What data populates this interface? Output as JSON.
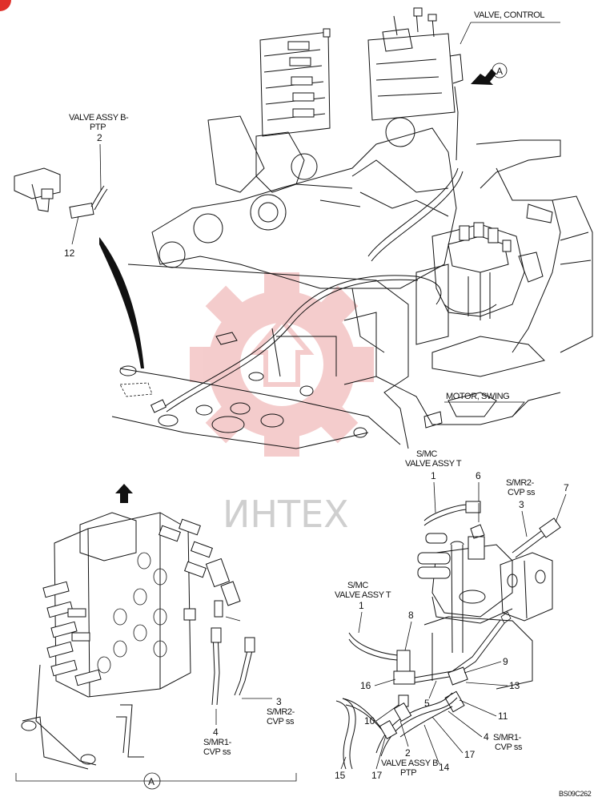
{
  "labels": {
    "valve_control": "VALVE, CONTROL",
    "view_a": "A",
    "valve_assy_b_ptp_top_l1": "VALVE ASSY B-",
    "valve_assy_b_ptp_top_l2": "PTP",
    "motor_swing": "MOTOR, SWING",
    "smc_valve_assy_t_right_l1": "S/MC",
    "smc_valve_assy_t_right_l2": "VALVE ASSY T",
    "smr2_cvp_right_l1": "S/MR2-",
    "smr2_cvp_right_l2": "CVP ss",
    "smc_valve_assy_t_mid_l1": "S/MC",
    "smc_valve_assy_t_mid_l2": "VALVE ASSY T",
    "smr2_cvp_left_l1": "S/MR2-",
    "smr2_cvp_left_l2": "CVP ss",
    "smr1_cvp_left_l1": "S/MR1-",
    "smr1_cvp_left_l2": "CVP ss",
    "smr1_cvp_right_l1": "S/MR1-",
    "smr1_cvp_right_l2": "CVP ss",
    "valve_assy_b_ptp_bottom_l1": "VALVE ASSY B-",
    "valve_assy_b_ptp_bottom_l2": "PTP",
    "view_a_bottom": "A",
    "drawing_code": "BS09C262",
    "watermark": "ИНТЕХ"
  },
  "callouts": {
    "c2_top": "2",
    "c12": "12",
    "c1_right": "1",
    "c6": "6",
    "c3_right": "3",
    "c7": "7",
    "c1_mid": "1",
    "c8": "8",
    "c9": "9",
    "c16": "16",
    "c13": "13",
    "c5": "5",
    "c10": "10",
    "c11": "11",
    "c4_right": "4",
    "c17_right": "17",
    "c2_bottom": "2",
    "c14": "14",
    "c15": "15",
    "c17_bottom": "17",
    "c3_left": "3",
    "c4_left": "4"
  },
  "colors": {
    "line": "#111111",
    "watermark_red": "#f3c4c4",
    "watermark_gray": "#cfcfcf",
    "corner_mark": "#e0302a"
  }
}
